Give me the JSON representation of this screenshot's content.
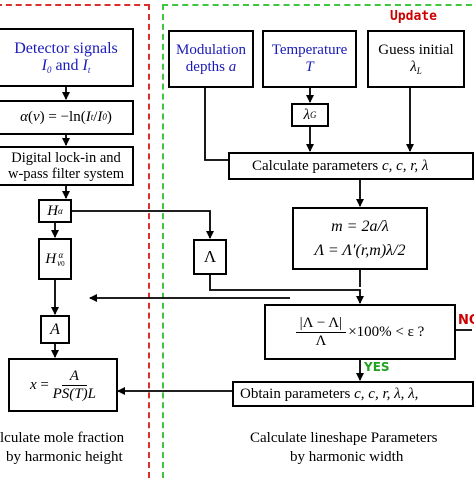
{
  "colors": {
    "left_dash": "#d9302c",
    "right_dash": "#3fc53f",
    "update": "#cc0000",
    "yes": "#1fa31f",
    "no": "#cc0000",
    "blue_text": "#1a1ab8"
  },
  "left": {
    "detector_line1": "Detector signals",
    "detector_line2": "I",
    "detector_sub0": "0",
    "detector_and": " and ",
    "detector_sub_t": "t",
    "alpha_formula": "α(v) = −ln(I/I)",
    "alpha_lhs": "α",
    "alpha_v": "v",
    "alpha_rhs": "= −ln",
    "alpha_it": "I",
    "alpha_t": "t",
    "alpha_slash": "/",
    "alpha_i0": "I",
    "alpha_0": "0",
    "lockin_line1": "Digital lock-in and",
    "lockin_line2": "w-pass filter system",
    "h_alpha": "H",
    "h_alpha_sup": "α",
    "h_v0": "H",
    "h_v0_sup": "α",
    "h_v0_sub": "v",
    "h_v0_sub2": "0",
    "a_box": "A",
    "x_lhs": "x",
    "x_eq": "=",
    "x_num": "A",
    "x_den": "PS(T)L",
    "caption_line1": "lculate mole fraction",
    "caption_line2": "by harmonic height"
  },
  "right": {
    "modulation_line1": "Modulation",
    "modulation_line2": "depths",
    "modulation_var": "a",
    "temperature_line1": "Temperature",
    "temperature_var": "T",
    "guess_line1": "Guess initial",
    "guess_var": "λ",
    "guess_sub": "L",
    "update": "Update",
    "lambda_g": "λ",
    "lambda_g_sub": "G",
    "calc_params": "Calculate parameters",
    "calc_vars": "c, c, r, λ",
    "m_eq": "m = 2a/λ",
    "lambda0_eq": "Λ = Λ′(r,m)λ/2",
    "big_lambda": "Λ",
    "cond_num": "|Λ − Λ|",
    "cond_den": "Λ",
    "cond_rest": "×100% < ε  ?",
    "yes": "YES",
    "no": "NO",
    "obtain_params": "Obtain parameters",
    "obtain_vars": "c, c, r, λ, λ,",
    "caption_line1": "Calculate lineshape Parameters",
    "caption_line2": "by harmonic width"
  }
}
